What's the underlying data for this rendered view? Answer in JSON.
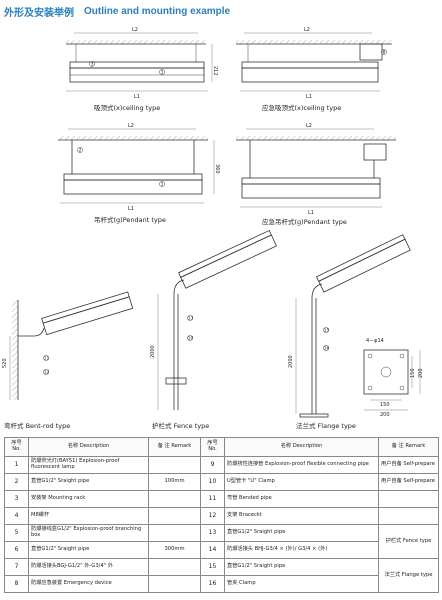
{
  "header": {
    "title_zh": "外形及安装举例",
    "title_en": "Outline and mounting example"
  },
  "views": {
    "ceiling": "吸顶式(x)ceiling  type",
    "ceiling_emergency": "应急吸顶式(x)ceiling  type",
    "pendant": "吊杆式(g)Pendant   type",
    "pendant_emergency": "应急吊杆式(g)Pendant   type",
    "bent_rod": "弯杆式  Bent-rod type",
    "fence": "护栏式  Fence type",
    "flange": "法兰式   Flange type"
  },
  "dimensions": {
    "l1": "L1",
    "l2": "L2",
    "d212": "212",
    "d360": "360",
    "d520": "520",
    "d2000": "2000",
    "d4x14": "4－φ14",
    "d150": "150",
    "d200": "200"
  },
  "callouts": [
    "1",
    "2",
    "3",
    "4",
    "5",
    "6",
    "7",
    "8",
    "9",
    "10",
    "11",
    "12",
    "13",
    "14",
    "15",
    "16"
  ],
  "table": {
    "headers": {
      "no": "序号\nNo.",
      "name": "名称 Description",
      "remark": "备 注 Remark"
    },
    "left": [
      {
        "no": "1",
        "name": "防爆荧光灯(BAY51) Explosion-proof fluorescent lamp",
        "remark": ""
      },
      {
        "no": "2",
        "name": "直管G1/2\"  Sraight pipe",
        "remark": "100mm"
      },
      {
        "no": "3",
        "name": "安装架  Mounting rack",
        "remark": ""
      },
      {
        "no": "4",
        "name": "M8螺杆",
        "remark": ""
      },
      {
        "no": "5",
        "name": "防爆接线盒G1/2\"  Explosion-proof branching box",
        "remark": ""
      },
      {
        "no": "6",
        "name": "直管G1/2\"  Sraight pipe",
        "remark": "300mm"
      },
      {
        "no": "7",
        "name": "防爆活接头BGJ-G1/2\"  外-G3/4\"  外",
        "remark": ""
      },
      {
        "no": "8",
        "name": "防爆应急装置 Emergency device",
        "remark": ""
      }
    ],
    "right": [
      {
        "no": "9",
        "name": "防爆挠性连接管 Explosion-proof flexible connecting pipe",
        "remark": "用户自备 Self-prepare"
      },
      {
        "no": "10",
        "name": "U型管卡    \"U\"  Clamp",
        "remark": "用户自备 Self-prepare"
      },
      {
        "no": "11",
        "name": "弯管  Bended pipe",
        "remark": ""
      },
      {
        "no": "12",
        "name": "支架  Braceckt",
        "remark": ""
      },
      {
        "no": "13",
        "name": "直管G1/2\"  Sraight pipe",
        "remark": ""
      },
      {
        "no": "14",
        "name": "防爆活接头 BHJ-G3/4 × (外)/ G3/4 × (外)",
        "remark": ""
      },
      {
        "no": "15",
        "name": "直管G1/2\"  Sraight pipe",
        "remark": ""
      },
      {
        "no": "16",
        "name": "管夹  Clamp",
        "remark": ""
      }
    ],
    "group_remarks": {
      "fence": "护栏式   Fence  type",
      "flange": "法兰式   Flange  type"
    }
  }
}
